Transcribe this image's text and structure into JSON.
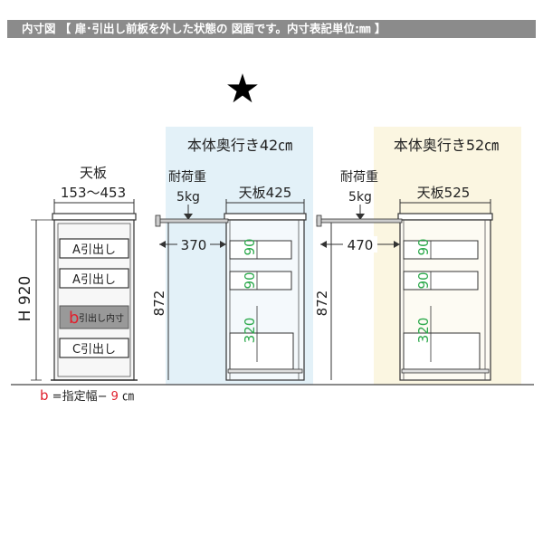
{
  "header": {
    "text": "内寸図 【 扉･引出し前板を外した状態の 図面です。内寸表記単位:㎜ 】",
    "bg_color": "#8b8b8b"
  },
  "star": "★",
  "left_unit": {
    "top_label": "天板",
    "top_range": "153～453",
    "height_label": "H 920",
    "drawers": [
      "A引出し",
      "A引出し",
      "引出し内寸",
      "C引出し"
    ],
    "b_letter": "b",
    "note_b": "b",
    "note_rest": "=指定幅−",
    "note_nine": "9",
    "note_unit": "㎝"
  },
  "depth42": {
    "title": "本体奥行き42㎝",
    "load_label": "耐荷重",
    "load_value": "5kg",
    "top_label": "天板425",
    "inner_depth": "370",
    "height": "872",
    "dims": [
      "90",
      "90",
      "320"
    ],
    "bg_color": "#e3f1f8"
  },
  "depth52": {
    "title": "本体奥行き52㎝",
    "load_label": "耐荷重",
    "load_value": "5kg",
    "top_label": "天板525",
    "inner_depth": "470",
    "height": "872",
    "dims": [
      "90",
      "90",
      "320"
    ],
    "bg_color": "#fbf6e1"
  },
  "colors": {
    "accent_red": "#e0212e",
    "dim_green": "#2aa84a",
    "line": "#333333"
  }
}
